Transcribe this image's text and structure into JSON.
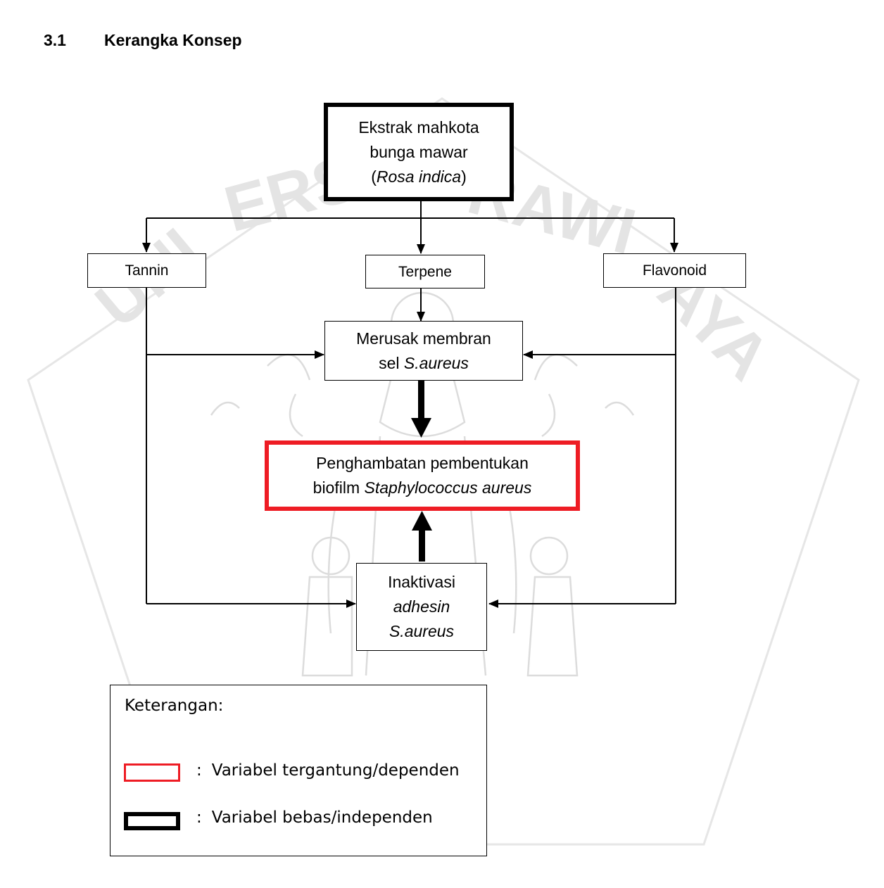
{
  "heading": {
    "number": "3.1",
    "title": "Kerangka Konsep"
  },
  "watermark": {
    "text_1": "UNIVERSITAS BRAWIJAYA",
    "color": "#e3e3e3"
  },
  "nodes": {
    "extract": {
      "line1": "Ekstrak mahkota",
      "line2": "bunga mawar",
      "line3_open": "(",
      "line3_italic": "Rosa indica",
      "line3_close": ")"
    },
    "tannin": {
      "label": "Tannin"
    },
    "terpene": {
      "label": "Terpene"
    },
    "flavonoid": {
      "label": "Flavonoid"
    },
    "membrane": {
      "line1": "Merusak membran",
      "line2_plain": "sel ",
      "line2_italic": "S.aureus"
    },
    "inhibition": {
      "line1": "Penghambatan pembentukan",
      "line2_plain": "biofilm ",
      "line2_italic": "Staphylococcus aureus"
    },
    "adhesin": {
      "line1": "Inaktivasi",
      "line2_italic": "adhesin",
      "line3_italic": "S.aureus"
    }
  },
  "legend": {
    "title": "Keterangan:",
    "colon": ":",
    "dependent": "Variabel tergantung/dependen",
    "independent": "Variabel bebas/independen",
    "dependent_color": "#ee1c24",
    "independent_color": "#000000"
  },
  "colors": {
    "dependent": "#ee1c24",
    "line": "#000000"
  }
}
